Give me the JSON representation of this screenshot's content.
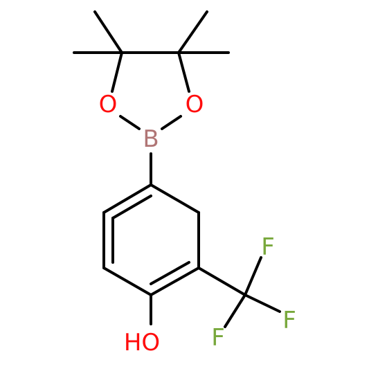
{
  "molecule": {
    "atoms": [
      {
        "id": "o1",
        "label": "O",
        "element": "oxygen",
        "color": "#ff0d0d"
      },
      {
        "id": "o2",
        "label": "O",
        "element": "oxygen",
        "color": "#ff0d0d"
      },
      {
        "id": "b1",
        "label": "B",
        "element": "boron",
        "color": "#b07575"
      },
      {
        "id": "f1",
        "label": "F",
        "element": "fluorine",
        "color": "#78a83c"
      },
      {
        "id": "f2",
        "label": "F",
        "element": "fluorine",
        "color": "#78a83c"
      },
      {
        "id": "f3",
        "label": "F",
        "element": "fluorine",
        "color": "#78a83c"
      },
      {
        "id": "oh",
        "label": "HO",
        "element": "hydroxyl",
        "color": "#ff0d0d"
      }
    ],
    "bond_color": "#000000",
    "background": "#ffffff"
  }
}
